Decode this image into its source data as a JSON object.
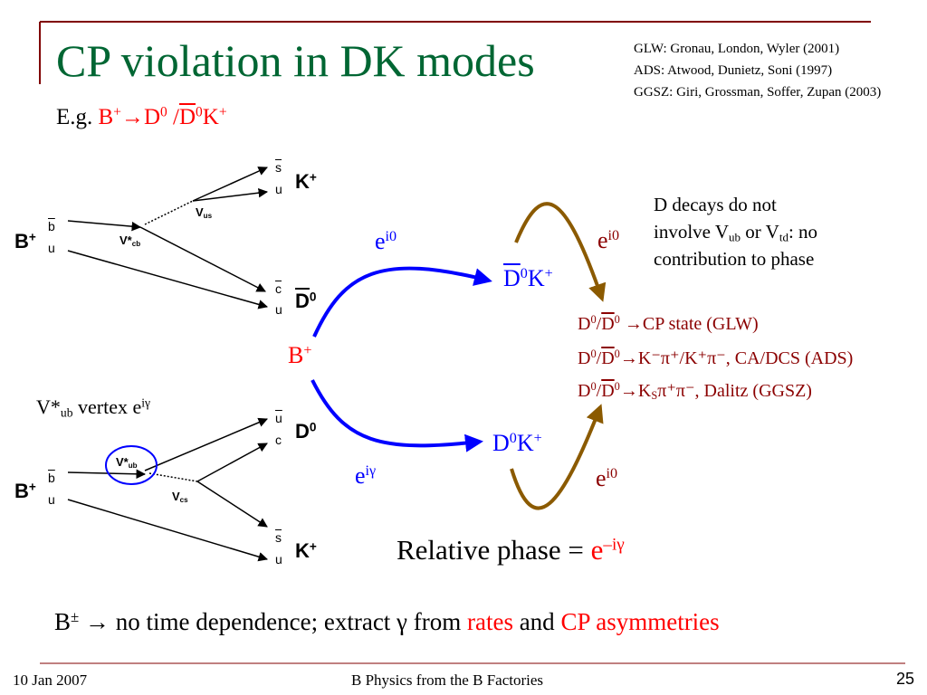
{
  "slide": {
    "title": "CP violation in DK modes",
    "refs": [
      "GLW: Gronau, London, Wyler (2001)",
      "ADS: Atwood, Dunietz, Soni (1997)",
      "GGSZ: Giri, Grossman, Soffer, Zupan (2003)"
    ],
    "example": {
      "prefix": "E.g.",
      "b": "B",
      "bsup": "+",
      "arrow": "→",
      "d": "D",
      "dsup": "0",
      "slash": "/",
      "dbar": "D",
      "dbarsup": "0",
      "k": "K",
      "ksup": "+"
    },
    "colors": {
      "title": "#006633",
      "accent": "#ff0000",
      "blue": "#0000ff",
      "brown": "#8b0000",
      "mechanism": "#8b5a00"
    }
  },
  "feynman_top": {
    "bplus": "B",
    "bplus_sup": "+",
    "q1": "b",
    "q2": "u",
    "vertex": "V*",
    "vertex_sub": "cb",
    "vus": "V",
    "vus_sub": "us",
    "sbar": "s",
    "u_out": "u",
    "kplus": "K",
    "kplus_sup": "+",
    "cbar": "c",
    "u_low": "u",
    "dbar0": "D",
    "dbar0_sup": "0"
  },
  "feynman_bottom": {
    "caption": "V*",
    "caption_sub": "ub",
    "caption_rest": " vertex e",
    "caption_sup": "iγ",
    "bplus": "B",
    "bplus_sup": "+",
    "q1": "b",
    "q2": "u",
    "vertex": "V*",
    "vertex_sub": "ub",
    "vcs": "V",
    "vcs_sub": "cs",
    "ubar": "u",
    "c_out": "c",
    "d0": "D",
    "d0_sup": "0",
    "sbar": "s",
    "u_low": "u",
    "kplus": "K",
    "kplus_sup": "+"
  },
  "decay_scheme": {
    "bplus": "B",
    "bplus_sup": "+",
    "phase_top": "e",
    "phase_top_sup": "i0",
    "phase_bottom": "e",
    "phase_bottom_sup": "iγ",
    "dbar0k": "D",
    "dbar0k_sup": "0",
    "dbar0k_k": "K",
    "dbar0k_ksup": "+",
    "d0k": "D",
    "d0k_sup": "0",
    "d0k_k": "K",
    "d0k_ksup": "+",
    "d_phase_top": "e",
    "d_phase_top_sup": "i0",
    "d_phase_bottom": "e",
    "d_phase_bottom_sup": "i0"
  },
  "d_decays_note": {
    "line1": "D decays do not",
    "line2a": "involve V",
    "line2sub1": "ub",
    "line2b": " or V",
    "line2sub2": "td",
    "line2c": ": no",
    "line3": "contribution to phase"
  },
  "methods": [
    {
      "d": "D",
      "dsup": "0",
      "slash": "/",
      "dbar": "D",
      "dbarsup": "0",
      "rest": " →CP state (GLW)"
    },
    {
      "d": "D",
      "dsup": "0",
      "slash": "/",
      "dbar": "D",
      "dbarsup": "0",
      "rest": "→K⁻π⁺/K⁺π⁻, CA/DCS (ADS)"
    },
    {
      "d": "D",
      "dsup": "0",
      "slash": "/",
      "dbar": "D",
      "dbarsup": "0",
      "k": "→K",
      "ksub": "S",
      "rest": "π⁺π⁻, Dalitz (GGSZ)"
    }
  ],
  "relative_phase": {
    "label": "Relative phase = ",
    "e": "e",
    "sup": "–iγ"
  },
  "bottom_line": {
    "b": "B",
    "bsup": "±",
    "text1": " → no time dependence; extract γ from ",
    "rates": "rates",
    "and": " and ",
    "cp": "CP asymmetries"
  },
  "footer": {
    "date": "10 Jan 2007",
    "center": "B Physics from the B Factories",
    "page": "25"
  }
}
